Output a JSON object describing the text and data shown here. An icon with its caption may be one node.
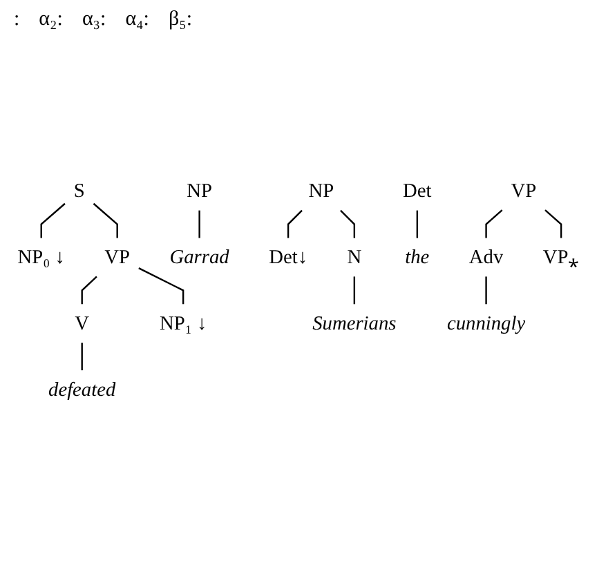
{
  "diagram": {
    "nodes": [
      {
        "text": [
          "S"
        ]
      },
      {
        "text": [
          "NP₀ ↓"
        ]
      },
      {
        "text": [
          "VP"
        ]
      },
      {
        "text": [
          "V"
        ]
      },
      {
        "text": [
          "NP₁ ↓"
        ]
      },
      {
        "text": [
          "defeated"
        ]
      },
      {
        "text": [
          "NP"
        ]
      },
      {
        "text": [
          "Garrad"
        ]
      },
      {
        "text": [
          "NP"
        ]
      },
      {
        "text": [
          "Det↓"
        ]
      },
      {
        "text": [
          "N"
        ]
      },
      {
        "text": [
          "Sumerians"
        ]
      },
      {
        "text": [
          "Det"
        ]
      },
      {
        "text": [
          "the"
        ]
      },
      {
        "text": [
          "VP"
        ]
      },
      {
        "text": [
          "Adv"
        ]
      },
      {
        "text": [
          "VP⁎"
        ]
      },
      {
        "text": [
          "cunningly"
        ]
      }
    ],
    "edges": [
      {
        "from": 0,
        "to": 1,
        "arrow": "none"
      },
      {
        "from": 0,
        "to": 2,
        "arrow": "none"
      },
      {
        "from": 2,
        "to": 3,
        "arrow": "none"
      },
      {
        "from": 2,
        "to": 4,
        "arrow": "none"
      },
      {
        "from": 3,
        "to": 5,
        "arrow": "none"
      },
      {
        "from": 6,
        "to": 7,
        "arrow": "none"
      },
      {
        "from": 8,
        "to": 9,
        "arrow": "none"
      },
      {
        "from": 8,
        "to": 10,
        "arrow": "none"
      },
      {
        "from": 10,
        "to": 11,
        "arrow": "none"
      },
      {
        "from": 12,
        "to": 13,
        "arrow": "none"
      },
      {
        "from": 14,
        "to": 15,
        "arrow": "none"
      },
      {
        "from": 14,
        "to": 16,
        "arrow": "none"
      },
      {
        "from": 15,
        "to": 17,
        "arrow": "none"
      }
    ],
    "labels": [
      ":",
      "α₂:",
      "α₃:",
      "α₄:",
      "β₅:"
    ]
  }
}
